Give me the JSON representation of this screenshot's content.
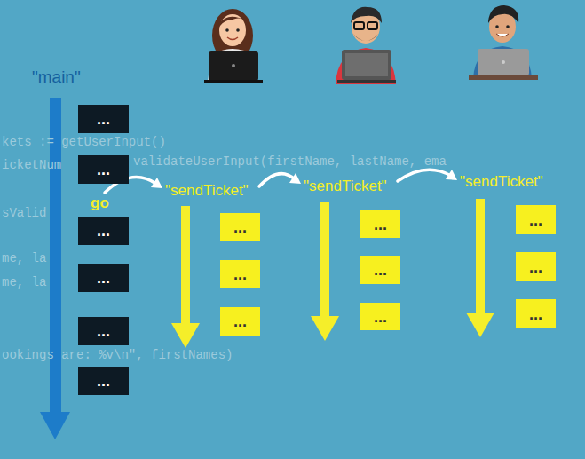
{
  "diagram": {
    "nodes": [
      {
        "text": [
          "..."
        ]
      },
      {
        "text": [
          "..."
        ]
      },
      {
        "text": [
          "..."
        ]
      },
      {
        "text": [
          "..."
        ]
      },
      {
        "text": [
          "..."
        ]
      },
      {
        "text": [
          "..."
        ]
      },
      {
        "text": [
          "..."
        ]
      },
      {
        "text": [
          "..."
        ]
      },
      {
        "text": [
          "..."
        ]
      },
      {
        "text": [
          "..."
        ]
      },
      {
        "text": [
          "..."
        ]
      },
      {
        "text": [
          "..."
        ]
      },
      {
        "text": [
          "..."
        ]
      },
      {
        "text": [
          "..."
        ]
      },
      {
        "text": [
          "..."
        ]
      }
    ],
    "labels": [
      "\"main\"",
      "go",
      "\"sendTicket\"",
      "\"sendTicket\"",
      "\"sendTicket\"",
      "kets := getUserInput()",
      "icketNum",
      "validateUserInput(firstName, lastName, ema",
      "sValid",
      "me, la",
      "me, la",
      "ookings are: %v\\n\", firstNames)"
    ]
  }
}
